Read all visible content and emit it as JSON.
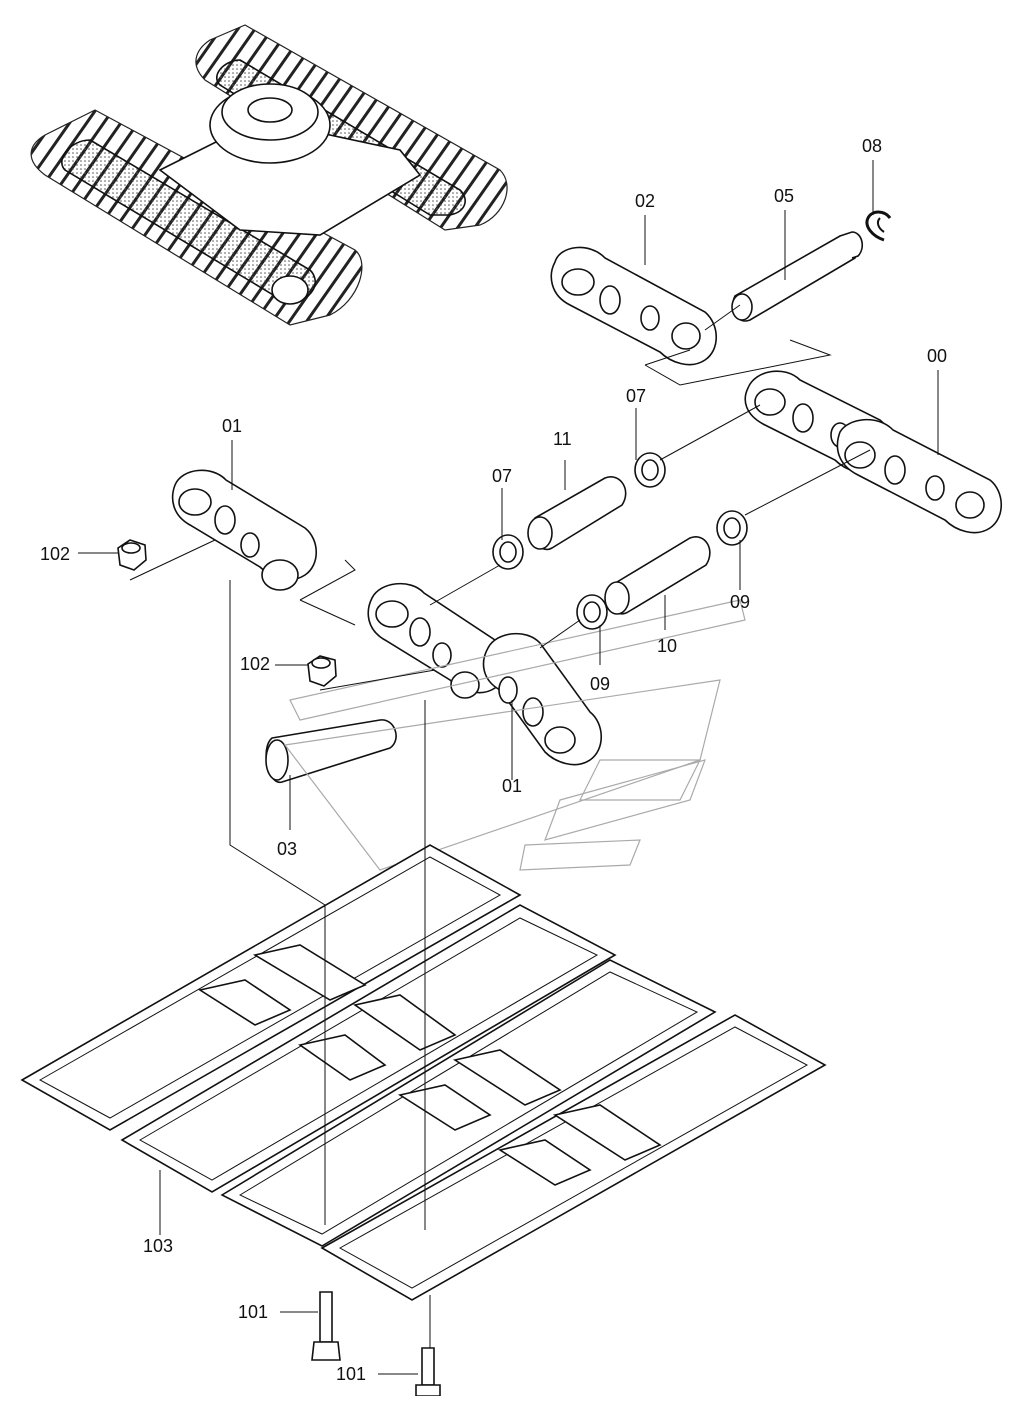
{
  "diagram": {
    "labels": {
      "l00": "00",
      "l01a": "01",
      "l01b": "01",
      "l02": "02",
      "l03": "03",
      "l05": "05",
      "l07a": "07",
      "l07b": "07",
      "l08": "08",
      "l09a": "09",
      "l09b": "09",
      "l10": "10",
      "l11": "11",
      "l101a": "101",
      "l101b": "101",
      "l102a": "102",
      "l102b": "102",
      "l103": "103"
    }
  }
}
